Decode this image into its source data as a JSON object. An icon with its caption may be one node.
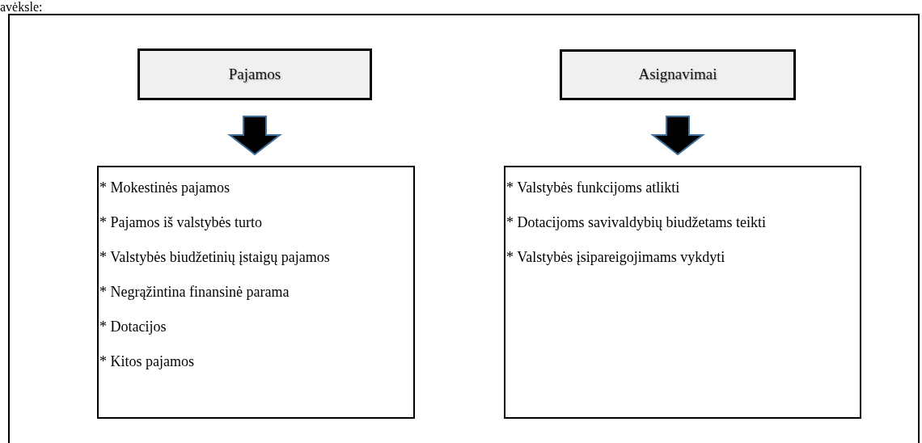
{
  "diagram": {
    "nodes": [
      {
        "text": [],
        "shape": "box"
      },
      {
        "text": [
          "Pajamos"
        ],
        "in": 0
      },
      {
        "text": [
          "Asignavimai"
        ],
        "in": 0
      },
      {
        "text": [
          "* Mokestinės pajamos",
          "* Pajamos iš valstybės turto",
          "* Valstybės biudžetinių įstaigų pajamos",
          "* Negrąžintina finansinė parama",
          "* Dotacijos",
          "* Kitos pajamos"
        ],
        "in": 0
      },
      {
        "text": [
          "* Valstybės funkcijoms atlikti",
          "* Dotacijoms savivaldybių biudžetams teikti",
          "* Valstybės įsipareigojimams vykdyti"
        ],
        "in": 0
      }
    ],
    "edges": [
      {
        "from": 1,
        "to": 3,
        "arrow": "to"
      },
      {
        "from": 2,
        "to": 4,
        "arrow": "to"
      }
    ],
    "labels": [
      "avėksle:"
    ]
  }
}
